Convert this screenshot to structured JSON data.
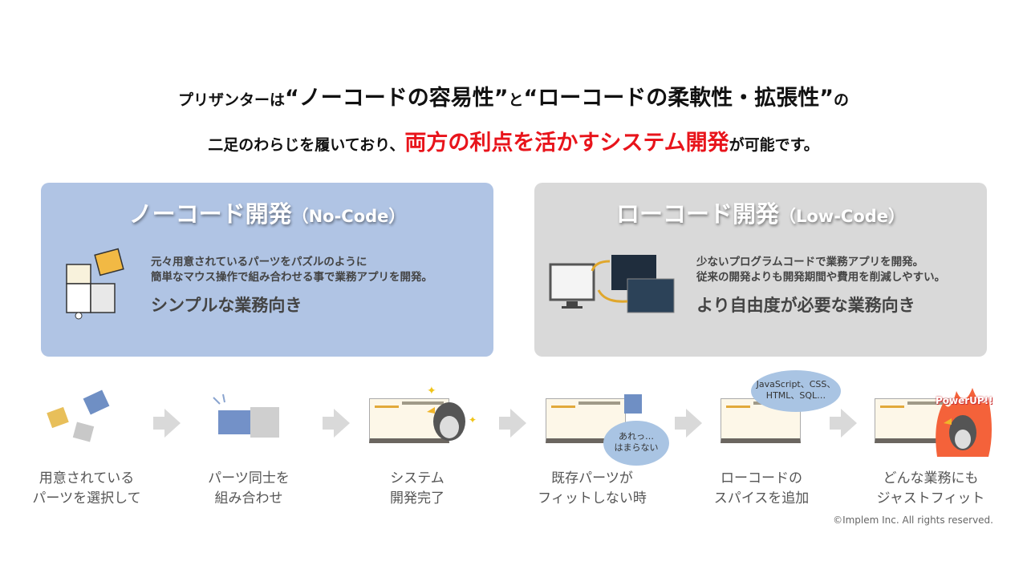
{
  "headline": {
    "line1_a": "プリザンターは",
    "line1_b": "“ノーコードの容易性”",
    "line1_c": "と",
    "line1_d": "“ローコードの柔軟性・拡張性”",
    "line1_e": "の",
    "line2_a": "二足のわらじを履いており、",
    "line2_b": "両方の利点を活かすシステム開発",
    "line2_c": "が可能です。"
  },
  "nocode": {
    "title": "ノーコード開発",
    "title_en": "（No-Code）",
    "desc1": "元々用意されているパーツをパズルのように",
    "desc2": "簡単なマウス操作で組み合わせる事で業務アプリを開発。",
    "tag": "シンプルな業務向き"
  },
  "lowcode": {
    "title": "ローコード開発",
    "title_en": "（Low-Code）",
    "desc1": "少ないプログラムコードで業務アプリを開発。",
    "desc2": "従来の開発よりも開発期間や費用を削減しやすい。",
    "tag": "より自由度が必要な業務向き"
  },
  "steps": [
    {
      "l1": "用意されている",
      "l2": "パーツを選択して"
    },
    {
      "l1": "パーツ同士を",
      "l2": "組み合わせ"
    },
    {
      "l1": "システム",
      "l2": "開発完了"
    },
    {
      "l1": "既存パーツが",
      "l2": "フィットしない時"
    },
    {
      "l1": "ローコードの",
      "l2": "スパイスを追加"
    },
    {
      "l1": "どんな業務にも",
      "l2": "ジャストフィット"
    }
  ],
  "bubbles": {
    "oops1": "あれっ…",
    "oops2": "はまらない",
    "code1": "JavaScript、CSS、",
    "code2": "HTML、SQL…",
    "powerup": "PowerUP!!"
  },
  "copyright": "©Implem Inc. All rights reserved."
}
